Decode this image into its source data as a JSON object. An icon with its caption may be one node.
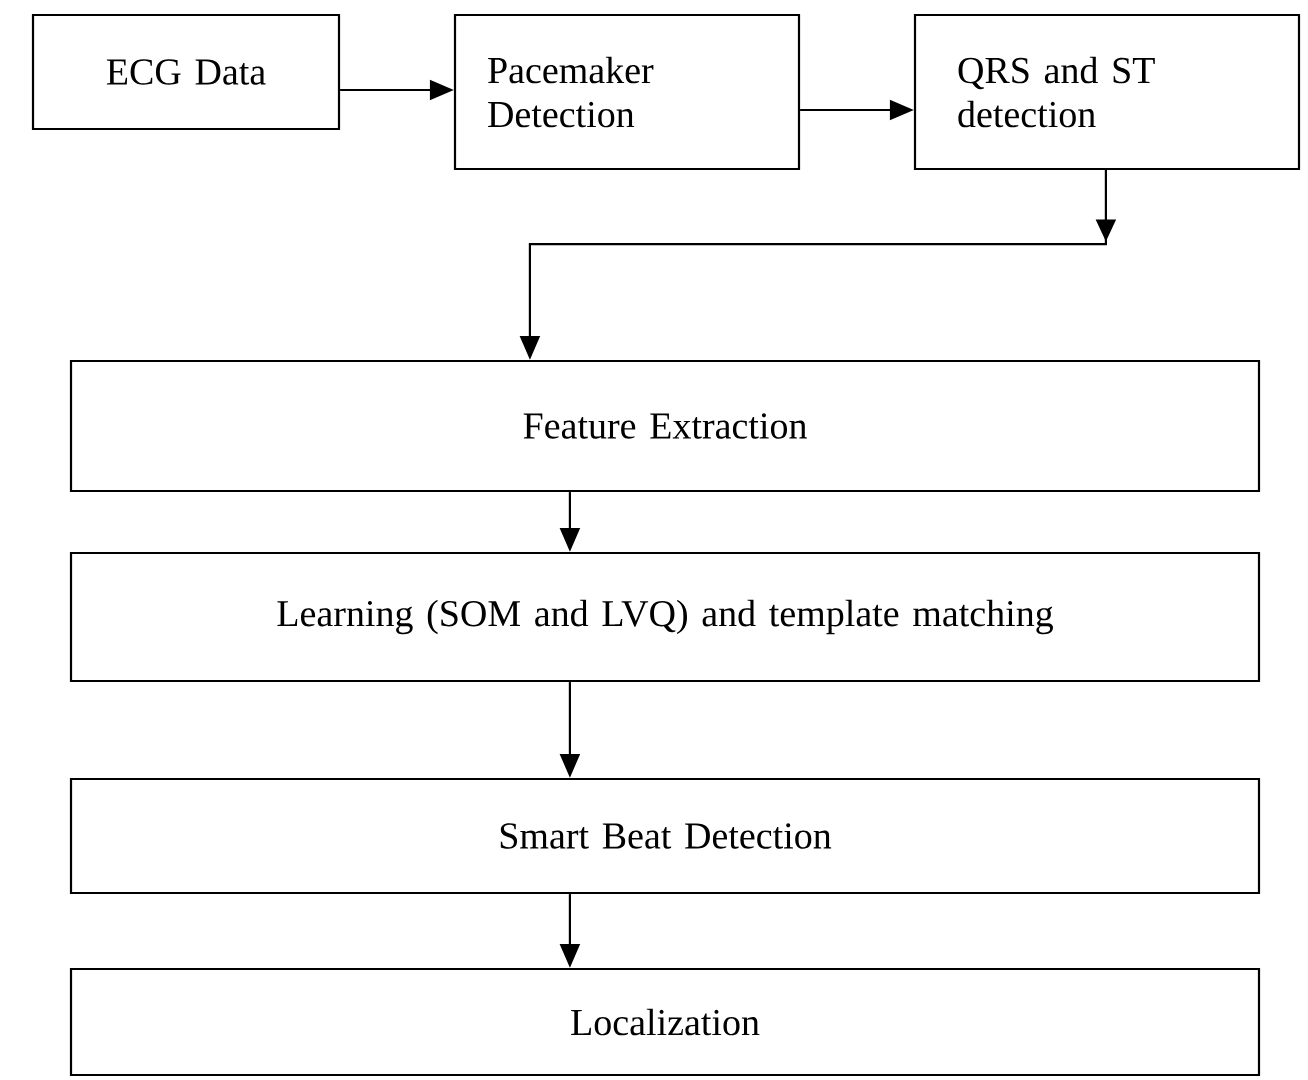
{
  "diagram": {
    "nodes": [
      {
        "text": [
          "ECG Data"
        ]
      },
      {
        "text": [
          "Pacemaker Detection"
        ]
      },
      {
        "text": [
          "QRS and ST detection"
        ]
      },
      {
        "text": [
          "Feature Extraction"
        ]
      },
      {
        "text": [
          "Learning (SOM and LVQ) and template matching"
        ]
      },
      {
        "text": [
          "Smart Beat Detection"
        ]
      },
      {
        "text": [
          "Localization"
        ]
      }
    ],
    "edges": [
      {
        "from": 0,
        "to": 1,
        "arrow": "to"
      },
      {
        "from": 1,
        "to": 2,
        "arrow": "to"
      },
      {
        "from": 2,
        "to": 3,
        "arrow": "to"
      },
      {
        "from": 3,
        "to": 4,
        "arrow": "to"
      },
      {
        "from": 4,
        "to": 5,
        "arrow": "to"
      },
      {
        "from": 5,
        "to": 6,
        "arrow": "to"
      }
    ]
  }
}
